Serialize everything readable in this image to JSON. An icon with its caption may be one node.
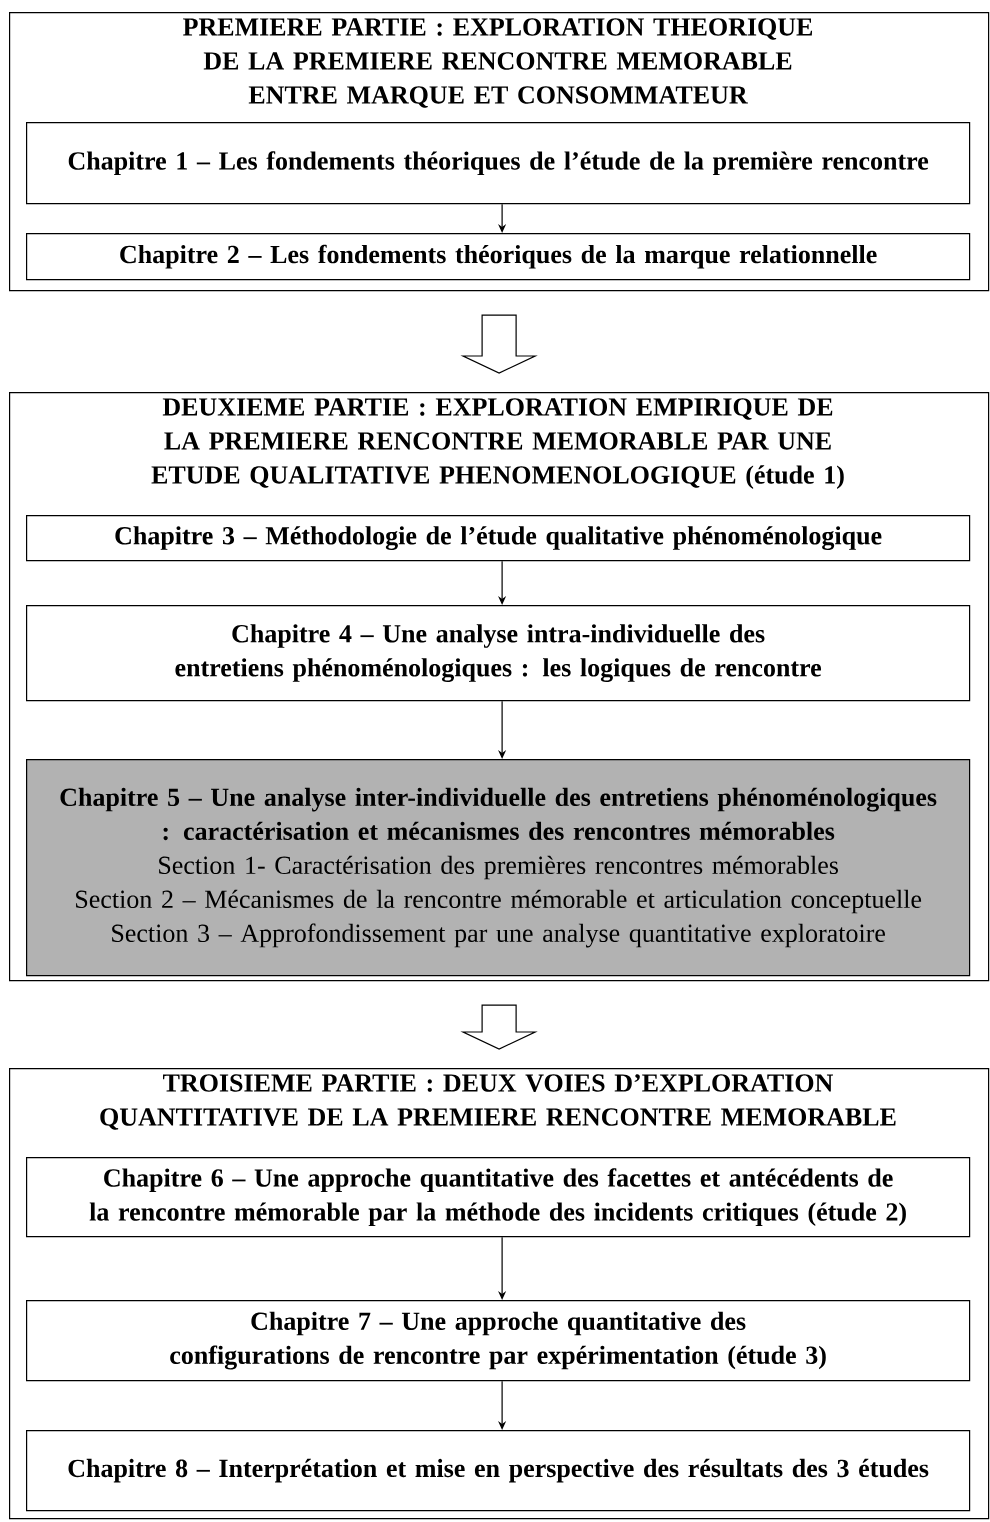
{
  "diagram": {
    "nodes": [
      {
        "text": [
          "PREMIERE PARTIE : EXPLORATION THEORIQUE DE LA PREMIERE RENCONTRE MEMORABLE ENTRE MARQUE ET CONSOMMATEUR"
        ]
      },
      {
        "text": [
          "Chapitre 1 – Les fondements théoriques de l’étude de la première rencontre"
        ],
        "in": 0
      },
      {
        "text": [
          "Chapitre 2 – Les fondements théoriques de la marque relationnelle"
        ],
        "in": 0
      },
      {
        "text": [
          "DEUXIEME PARTIE : EXPLORATION EMPIRIQUE DE LA PREMIERE RENCONTRE MEMORABLE PAR UNE ETUDE QUALITATIVE PHENOMENOLOGIQUE (étude 1)"
        ]
      },
      {
        "text": [
          "Chapitre 3 – Méthodologie de l’étude qualitative phénoménologique"
        ],
        "in": 3
      },
      {
        "text": [
          "Chapitre 4 – Une analyse intra-individuelle des entretiens phénoménologiques : les logiques de rencontre"
        ],
        "in": 3
      },
      {
        "text": [
          "Chapitre 5 – Une analyse inter-individuelle des entretiens phénoménologiques : caractérisation et mécanismes des rencontres mémorables",
          "Section 1- Caractérisation des premières rencontres mémorables",
          "Section 2 – Mécanismes de la rencontre mémorable et articulation conceptuelle",
          "Section 3 – Approfondissement par une analyse quantitative exploratoire"
        ],
        "in": 3
      },
      {
        "text": [
          "TROISIEME PARTIE : DEUX VOIES D’EXPLORATION QUANTITATIVE DE LA PREMIERE RENCONTRE MEMORABLE"
        ]
      },
      {
        "text": [
          "Chapitre 6 – Une approche quantitative des facettes et antécédents de la rencontre mémorable par la méthode des incidents critiques (étude 2)"
        ],
        "in": 7
      },
      {
        "text": [
          "Chapitre 7 – Une approche quantitative des configurations de rencontre par expérimentation (étude 3)"
        ],
        "in": 7
      },
      {
        "text": [
          "Chapitre 8 – Interprétation et mise en perspective des résultats des 3 études"
        ],
        "in": 7
      }
    ],
    "edges": [
      {
        "from": 1,
        "to": 2,
        "arrow": "to"
      },
      {
        "from": 0,
        "to": 3,
        "arrow": "to",
        "style": "thick"
      },
      {
        "from": 4,
        "to": 5,
        "arrow": "to"
      },
      {
        "from": 5,
        "to": 6,
        "arrow": "to"
      },
      {
        "from": 3,
        "to": 7,
        "arrow": "to",
        "style": "thick"
      },
      {
        "from": 8,
        "to": 9,
        "arrow": "to"
      },
      {
        "from": 9,
        "to": 10,
        "arrow": "to"
      }
    ]
  }
}
